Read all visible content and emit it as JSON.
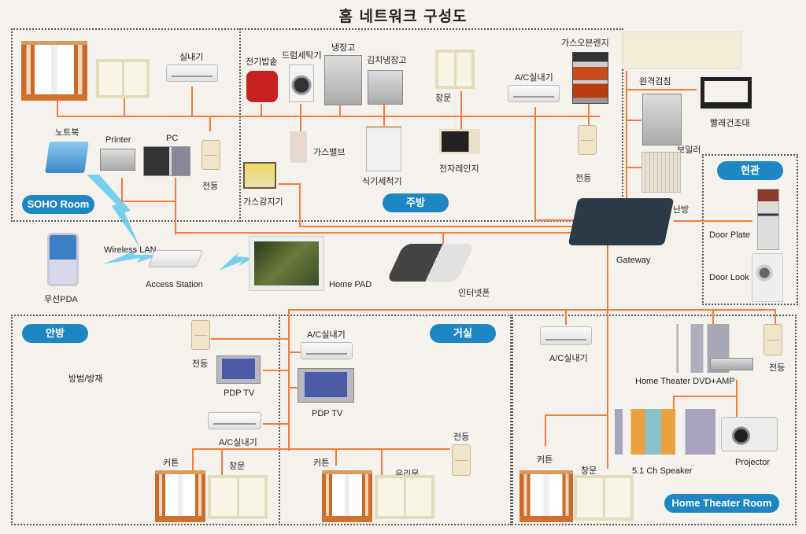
{
  "title": "홈 네트워크 구성도",
  "zones": {
    "soho": {
      "label": "SOHO Room"
    },
    "kitchen": {
      "label": "주방"
    },
    "entrance": {
      "label": "현관"
    },
    "master_bedroom": {
      "label": "안방"
    },
    "living_room": {
      "label": "거실"
    },
    "home_theater": {
      "label": "Home Theater Room"
    }
  },
  "soho": {
    "aircon": "실내기",
    "laptop": "노트북",
    "printer": "Printer",
    "pc": "PC",
    "light": "전등"
  },
  "kitchen": {
    "rice_cooker": "전기밥솥",
    "washer": "드럼세탁기",
    "fridge": "냉장고",
    "kimchi_fridge": "김치냉장고",
    "window": "창문",
    "aircon": "A/C실내기",
    "oven": "가스오븐렌지",
    "gas_valve": "가스밸브",
    "dishwasher": "식기세척기",
    "microwave": "전자레인지",
    "light": "전등",
    "gas_detector": "가스감지기"
  },
  "utility": {
    "remote_metering": "원격검침",
    "drying_rack": "빨래건조대",
    "boiler": "보일러",
    "heater": "난방"
  },
  "entrance": {
    "door_plate": "Door Plate",
    "door_lock": "Door Look"
  },
  "network": {
    "pda": "무선PDA",
    "wireless_lan": "Wireless LAN",
    "access_station": "Access Station",
    "home_pad": "Home PAD",
    "internet_phone": "인터넷폰",
    "gateway": "Gateway"
  },
  "master_bedroom": {
    "security": "방범/방재",
    "light": "전등",
    "tv": "PDP TV",
    "aircon": "A/C실내기",
    "curtain": "커튼",
    "window": "창문"
  },
  "living_room": {
    "aircon": "A/C실내기",
    "tv": "PDP TV",
    "light": "전등",
    "curtain": "커튼",
    "glass_door": "유리문"
  },
  "home_theater": {
    "aircon": "A/C실내기",
    "dvd_amp": "Home Theater DVD+AMP",
    "light": "전등",
    "speaker": "5.1 Ch Speaker",
    "projector": "Projector",
    "curtain": "커튼",
    "window": "창문"
  },
  "colors": {
    "line": "#f27c3a",
    "pill": "#1f86c4",
    "background": "#f5f2ee"
  }
}
